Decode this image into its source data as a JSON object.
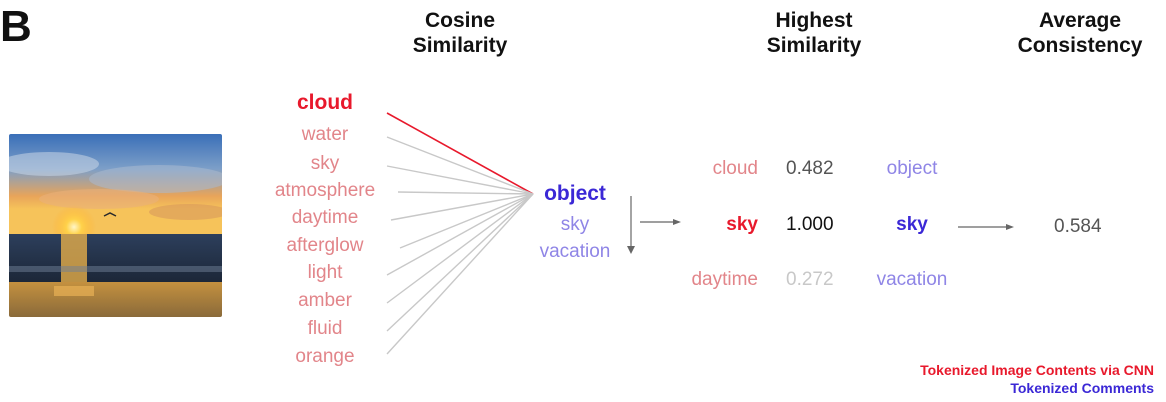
{
  "panel_label": "B",
  "headers": {
    "cosine": [
      "Cosine",
      "Similarity"
    ],
    "highest": [
      "Highest",
      "Similarity"
    ],
    "average": [
      "Average",
      "Consistency"
    ]
  },
  "image_tokens": [
    "cloud",
    "water",
    "sky",
    "atmosphere",
    "daytime",
    "afterglow",
    "light",
    "amber",
    "fluid",
    "orange"
  ],
  "comment_tokens": [
    "object",
    "sky",
    "vacation"
  ],
  "similarity_rows": [
    {
      "image_token": "cloud",
      "score": "0.482",
      "comment_token": "object"
    },
    {
      "image_token": "sky",
      "score": "1.000",
      "comment_token": "sky"
    },
    {
      "image_token": "daytime",
      "score": "0.272",
      "comment_token": "vacation"
    }
  ],
  "average_consistency": "0.584",
  "legend": {
    "image": "Tokenized Image Contents via CNN",
    "comments": "Tokenized Comments"
  },
  "colors": {
    "image_primary": "#e8192c",
    "image_secondary": "#e2858a",
    "comment_primary": "#3b28d6",
    "comment_secondary": "#8f85e6",
    "connector": "#c8c8c8"
  }
}
